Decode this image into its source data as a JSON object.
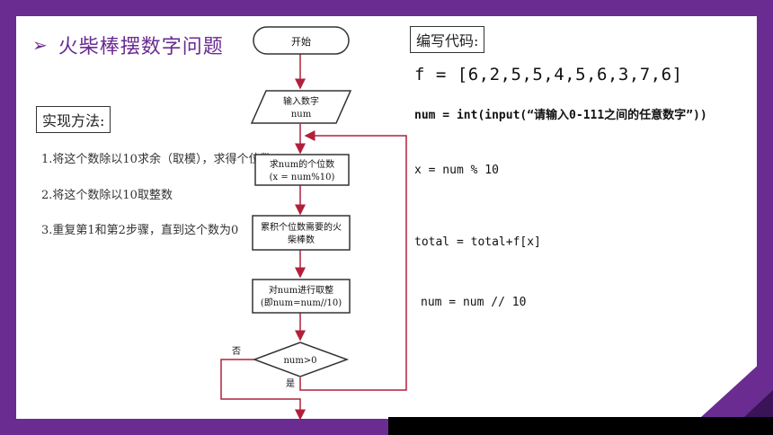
{
  "slide_title": "火柴棒摆数字问题",
  "title_bullet": "➢",
  "method_label": "实现方法:",
  "steps": [
    "1.将这个数除以10求余（取模），求得个位数",
    "2.将这个数除以10取整数",
    "3.重复第1和第2步骤，直到这个数为0"
  ],
  "flowchart": {
    "start": "开始",
    "input_line1": "输入数字",
    "input_line2": "num",
    "step1_line1": "求num的个位数",
    "step1_line2": "(x = num%10)",
    "step2_line1": "累积个位数需要的火",
    "step2_line2": "柴棒数",
    "step3_line1": "对num进行取整",
    "step3_line2": "(即num=num//10)",
    "decision": "num>0",
    "no_label": "否",
    "yes_label": "是"
  },
  "code_label": "编写代码:",
  "code": {
    "line1": "f = [6,2,5,5,4,5,6,3,7,6]",
    "line2": "num = int(input(“请输入0-111之间的任意数字”))",
    "line3": "x = num % 10",
    "line4": "total = total+f[x]",
    "line5": "num = num // 10"
  },
  "colors": {
    "brand_purple": "#6a2c91",
    "title_purple": "#6a2c91",
    "flow_line": "#b0203a",
    "box_border": "#333333"
  }
}
